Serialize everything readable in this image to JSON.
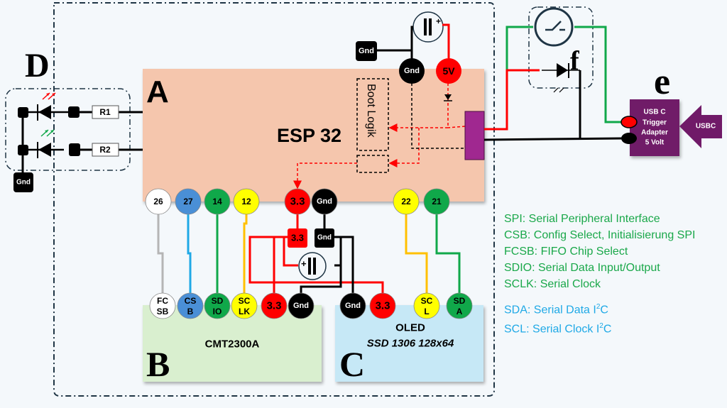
{
  "diagram": {
    "title": "ESP32 Wiring Diagram",
    "sections": {
      "A": {
        "letter": "A",
        "name": "ESP 32",
        "boot_logic_label": "Boot Logik"
      },
      "B": {
        "letter": "B",
        "name": "CMT2300A"
      },
      "C": {
        "letter": "C",
        "name": "OLED",
        "model": "SSD 1306 128x64"
      },
      "D": {
        "letter": "D",
        "resistors": [
          "R1",
          "R2"
        ],
        "gnd_label": "Gnd"
      },
      "e": {
        "letter": "e",
        "adapter_lines": [
          "USB C",
          "Trigger",
          "Adapter",
          "5 Volt"
        ],
        "input_label": "USBC"
      },
      "f": {
        "letter": "f"
      }
    },
    "top_power": {
      "gnd_box": "Gnd",
      "gnd_pin": "Gnd",
      "v5_pin": "5V"
    },
    "esp_pins": [
      {
        "label": "26",
        "color": "#ffffff",
        "text_color": "#000000"
      },
      {
        "label": "27",
        "color": "#4a8fd6",
        "text_color": "#000000"
      },
      {
        "label": "14",
        "color": "#10a84a",
        "text_color": "#000000"
      },
      {
        "label": "12",
        "color": "#ffff00",
        "text_color": "#000000"
      },
      {
        "label": "3.3",
        "color": "#ff0000",
        "text_color": "#000000"
      },
      {
        "label": "Gnd",
        "color": "#000000",
        "text_color": "#ffffff"
      },
      {
        "label": "22",
        "color": "#ffff00",
        "text_color": "#000000"
      },
      {
        "label": "21",
        "color": "#10a84a",
        "text_color": "#000000"
      }
    ],
    "mid_boxes": {
      "v33": "3.3",
      "gnd": "Gnd"
    },
    "cmt_pins": [
      {
        "l1": "FC",
        "l2": "SB",
        "color": "#ffffff",
        "text_color": "#000000"
      },
      {
        "l1": "CS",
        "l2": "B",
        "color": "#4a8fd6",
        "text_color": "#000000"
      },
      {
        "l1": "SD",
        "l2": "IO",
        "color": "#10a84a",
        "text_color": "#000000"
      },
      {
        "l1": "SC",
        "l2": "LK",
        "color": "#ffff00",
        "text_color": "#000000"
      },
      {
        "l1": "3.3",
        "l2": "",
        "color": "#ff0000",
        "text_color": "#000000"
      },
      {
        "l1": "Gnd",
        "l2": "",
        "color": "#000000",
        "text_color": "#ffffff"
      }
    ],
    "oled_pins": [
      {
        "l1": "Gnd",
        "l2": "",
        "color": "#000000",
        "text_color": "#ffffff"
      },
      {
        "l1": "3.3",
        "l2": "",
        "color": "#ff0000",
        "text_color": "#000000"
      },
      {
        "l1": "SC",
        "l2": "L",
        "color": "#ffff00",
        "text_color": "#000000"
      },
      {
        "l1": "SD",
        "l2": "A",
        "color": "#10a84a",
        "text_color": "#000000"
      }
    ],
    "colors": {
      "esp_bg": "#f5c6ad",
      "cmt_bg": "#d9efcf",
      "oled_bg": "#c6e8f6",
      "adapter": "#701a68",
      "connector": "#a02890",
      "wire_green": "#10a84a",
      "wire_red": "#ff0000"
    }
  },
  "legend": {
    "spi": [
      "SPI: Serial Peripheral Interface",
      "CSB: Config Select, Initialisierung SPI",
      "FCSB: FIFO Chip Select",
      "SDIO: Serial Data Input/Output",
      "SCLK: Serial Clock"
    ],
    "i2c": [
      {
        "text": "SDA: Serial Data I",
        "sup": "2",
        "tail": "C"
      },
      {
        "text": "SCL: Serial Clock I",
        "sup": "2",
        "tail": "C"
      }
    ]
  }
}
